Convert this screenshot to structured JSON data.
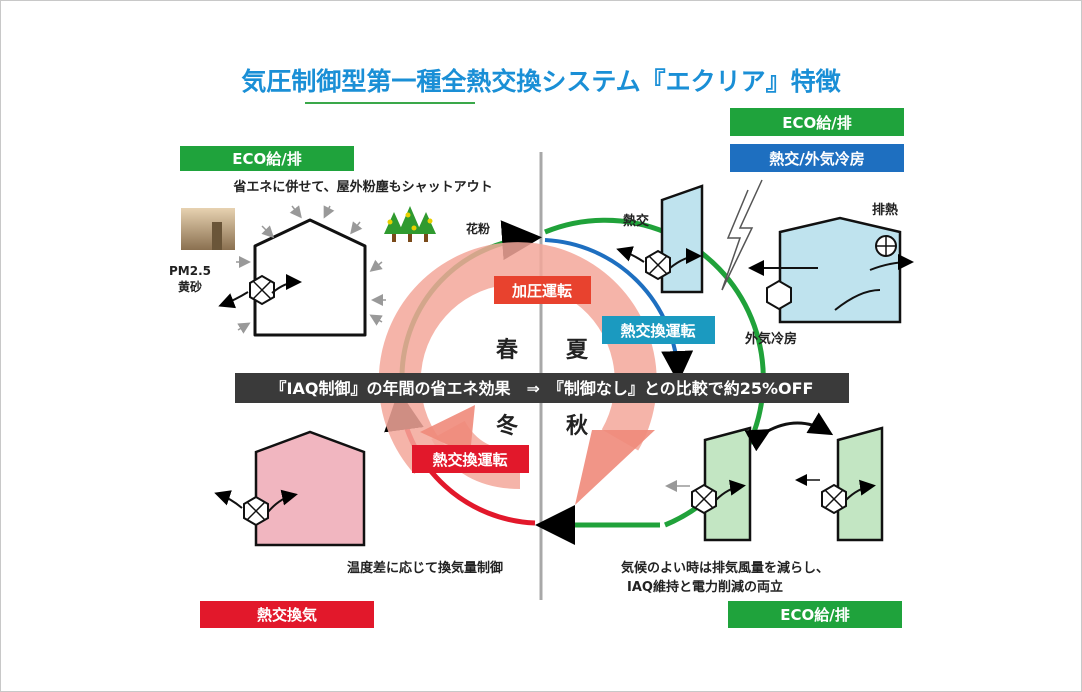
{
  "title": "気圧制御型第一種全熱交換システム『エクリア』特徴",
  "labels": {
    "eco_tl": "ECO給/排",
    "eco_tr": "ECO給/排",
    "eco_br": "ECO給/排",
    "netsuko_outside_cooling": "熱交/外気冷房",
    "heat_exchange_ventilation": "熱交換気",
    "shutout_text": "省エネに併せて、屋外粉塵もシャットアウト",
    "pollen": "花粉",
    "pm25": "PM2.5",
    "yellow_sand": "黄砂",
    "netsuko": "熱交",
    "exhaust_heat": "排熱",
    "outside_cooling": "外気冷房",
    "temp_diff_text": "温度差に応じて換気量制御",
    "weather_line1": "気候のよい時は排気風量を減らし、",
    "weather_line2": "IAQ維持と電力削減の両立",
    "pressurized_op": "加圧運転",
    "heat_exchange_op_summer": "熱交換運転",
    "heat_exchange_op_winter": "熱交換運転",
    "banner": "『IAQ制御』の年間の省エネ効果　⇒　『制御なし』との比較で約25%OFF"
  },
  "seasons": {
    "spring": "春",
    "summer": "夏",
    "winter": "冬",
    "autumn": "秋"
  },
  "colors": {
    "title_blue": "#1a8fd6",
    "eco_green": "#1fa33c",
    "blue_label": "#1e6fc0",
    "red_label": "#e2182b",
    "banner_dark": "#3a3a3a",
    "pressurized_red": "#e8422e",
    "exchange_teal": "#1b9ac0",
    "house_pink": "#f1b6c0",
    "house_blue": "#bfe3ee",
    "house_green": "#c3e6c3"
  }
}
